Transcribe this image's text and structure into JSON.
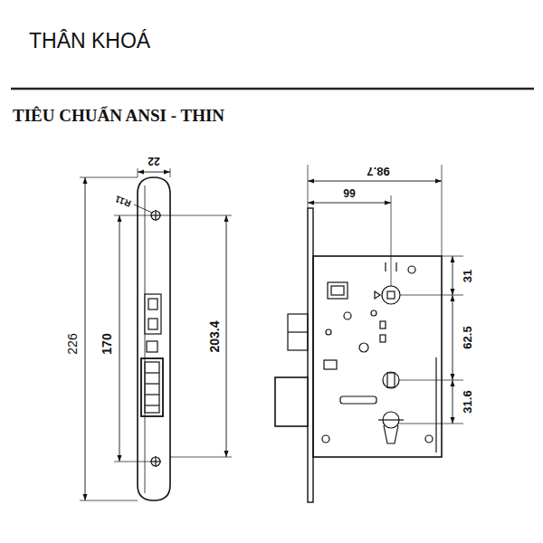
{
  "diagram": {
    "title": "THÂN KHOÁ",
    "labels": [
      "TIÊU CHUẨN ANSI - THIN",
      "22",
      "R11",
      "226",
      "170",
      "203.4",
      "98.7",
      "66",
      "31",
      "62.5",
      "31.6"
    ]
  }
}
